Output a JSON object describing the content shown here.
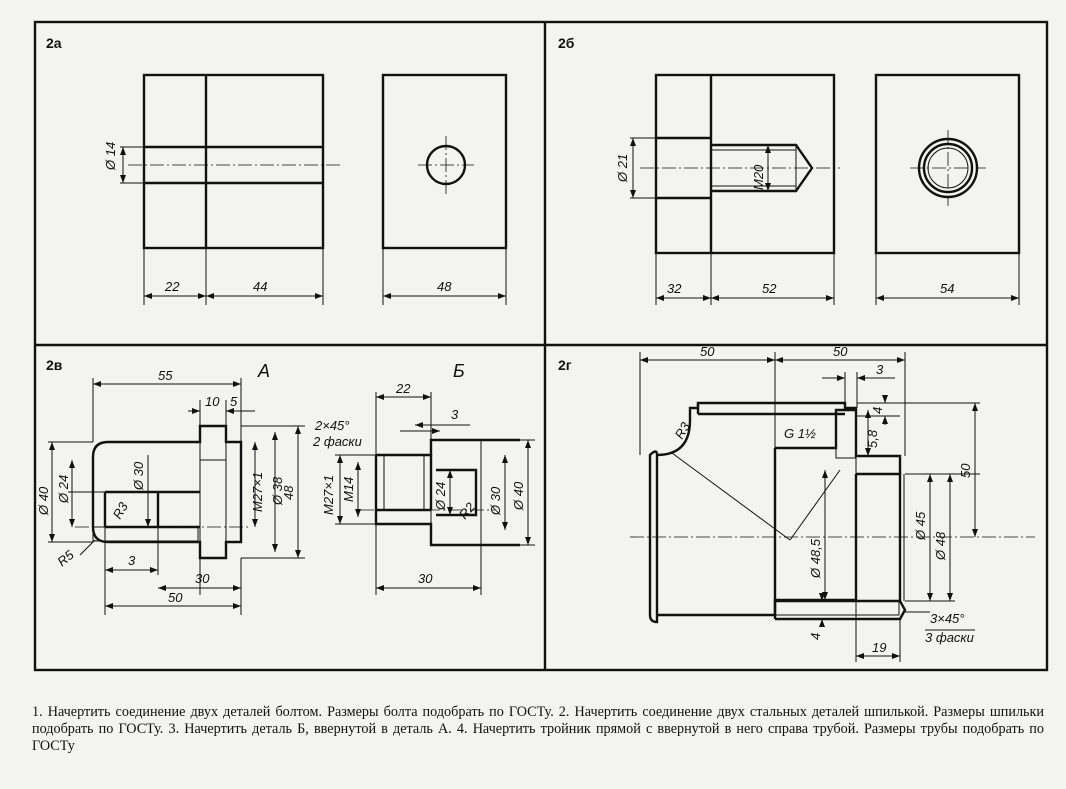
{
  "panels": [
    {
      "id": "2а",
      "label": "2а",
      "dims": [
        "Ø 14",
        "22",
        "44",
        "48"
      ]
    },
    {
      "id": "2б",
      "label": "2б",
      "dims": [
        "Ø 21",
        "M20",
        "32",
        "52",
        "54"
      ]
    },
    {
      "id": "2в",
      "label": "2в",
      "part_a": "А",
      "part_b": "Б",
      "dims_a": [
        "55",
        "10",
        "5",
        "Ø 40",
        "Ø 24",
        "Ø 30",
        "R3",
        "M27×1",
        "Ø 38",
        "48",
        "R5",
        "3",
        "30",
        "50"
      ],
      "dims_b": [
        "22",
        "2×45°",
        "2 фаски",
        "3",
        "M27×1",
        "M14",
        "Ø 24",
        "Ø 30",
        "Ø 40",
        "R2",
        "30"
      ]
    },
    {
      "id": "2г",
      "label": "2г",
      "dims": [
        "50",
        "50",
        "3",
        "4",
        "R3",
        "G 1½",
        "5,8",
        "50",
        "Ø 45",
        "Ø 48",
        "Ø 48,5",
        "4",
        "3×45°",
        "3 фаски",
        "19"
      ]
    }
  ],
  "caption": "1. Начертить соединение двух деталей болтом. Размеры болта подобрать по ГОСТу. 2. Начертить соединение двух стальных деталей шпилькой. Размеры шпильки подобрать по ГОСТу. 3. Начертить деталь Б, ввернутой в деталь А. 4. Начертить тройник прямой с ввернутой в него справа трубой. Размеры трубы подобрать по ГОСТу"
}
